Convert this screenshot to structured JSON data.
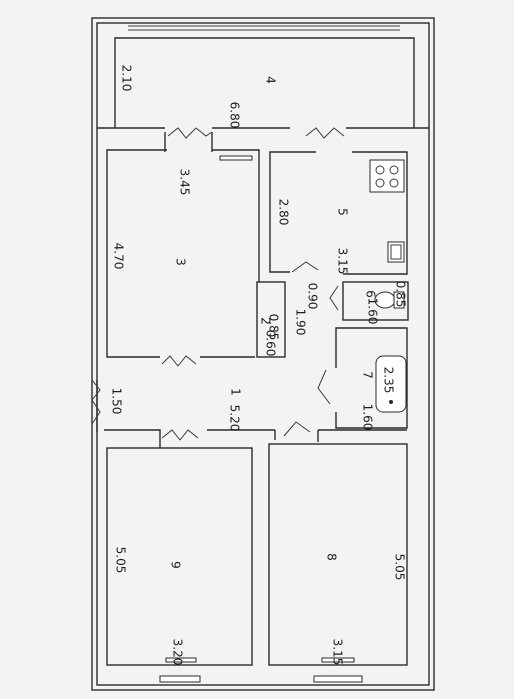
{
  "rooms": [
    {
      "id": "1",
      "dims": [
        "5.20",
        "1.50"
      ]
    },
    {
      "id": "2",
      "dims": [
        "0.85",
        "0.60"
      ]
    },
    {
      "id": "3",
      "dims": [
        "3.45",
        "4.70"
      ]
    },
    {
      "id": "4",
      "dims": [
        "6.80",
        "2.10"
      ]
    },
    {
      "id": "5",
      "dims": [
        "3.15",
        "2.80"
      ]
    },
    {
      "id": "6",
      "dims": [
        "1.60",
        "0.85"
      ]
    },
    {
      "id": "7",
      "dims": [
        "2.35",
        "1.60"
      ]
    },
    {
      "id": "8",
      "dims": [
        "3.15",
        "5.05"
      ]
    },
    {
      "id": "9",
      "dims": [
        "3.20",
        "5.05"
      ]
    }
  ],
  "extra_dims": [
    "1.90",
    "0.90"
  ]
}
